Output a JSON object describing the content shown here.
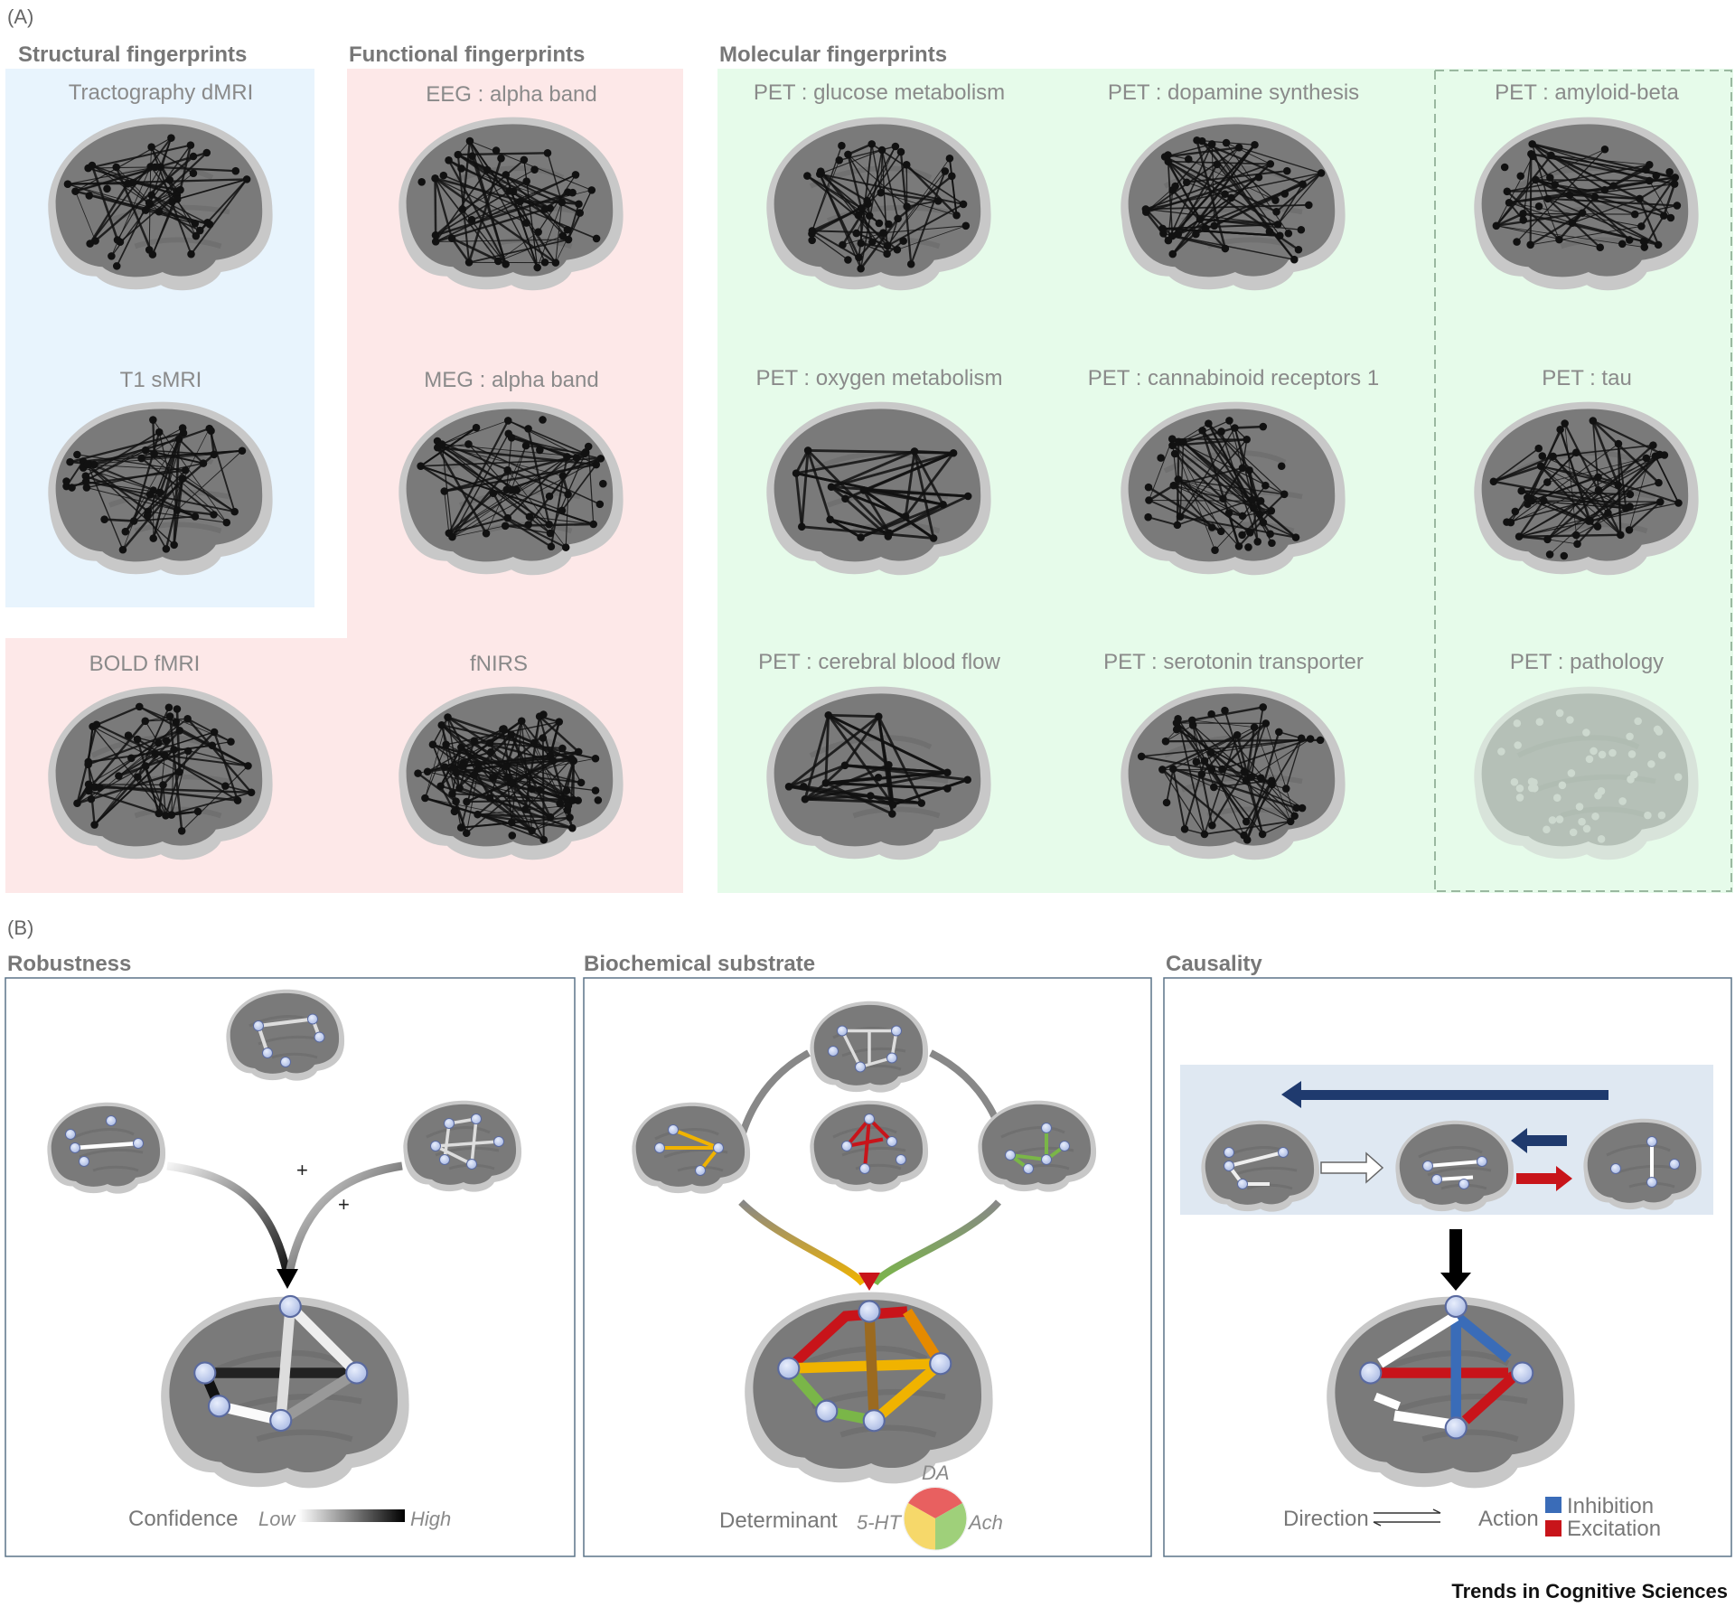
{
  "section_a": {
    "label": "(A)",
    "groups": {
      "structural": "Structural fingerprints",
      "functional": "Functional fingerprints",
      "molecular": "Molecular fingerprints"
    },
    "panels": {
      "tractography": "Tractography dMRI",
      "t1": "T1 sMRI",
      "eeg": "EEG : alpha band",
      "meg": "MEG : alpha band",
      "bold": "BOLD fMRI",
      "fnirs": "fNIRS",
      "glucose": "PET : glucose metabolism",
      "dopamine": "PET : dopamine synthesis",
      "amyloid": "PET : amyloid-beta",
      "oxygen": "PET : oxygen metabolism",
      "cannabinoid": "PET : cannabinoid receptors 1",
      "tau": "PET : tau",
      "cbf": "PET : cerebral blood flow",
      "serotonin": "PET : serotonin transporter",
      "pathology": "PET : pathology"
    }
  },
  "section_b": {
    "label": "(B)",
    "robustness": {
      "title": "Robustness",
      "legend_label": "Confidence",
      "low": "Low",
      "high": "High",
      "plus": "+"
    },
    "biochemical": {
      "title": "Biochemical substrate",
      "legend_label": "Determinant",
      "da": "DA",
      "ht": "5-HT",
      "ach": "Ach"
    },
    "causality": {
      "title": "Causality",
      "direction_label": "Direction",
      "action_label": "Action",
      "inhibition": "Inhibition",
      "excitation": "Excitation"
    }
  },
  "colors": {
    "structural_bg": "#e8f4fd",
    "functional_bg": "#fde8e8",
    "molecular_bg": "#e6fbea",
    "inhibition": "#3a6cb8",
    "excitation": "#c8141a",
    "causality_band": "#dfe8f2",
    "dark_arrow": "#1f3a6e"
  },
  "journal": "Trends in Cognitive Sciences"
}
